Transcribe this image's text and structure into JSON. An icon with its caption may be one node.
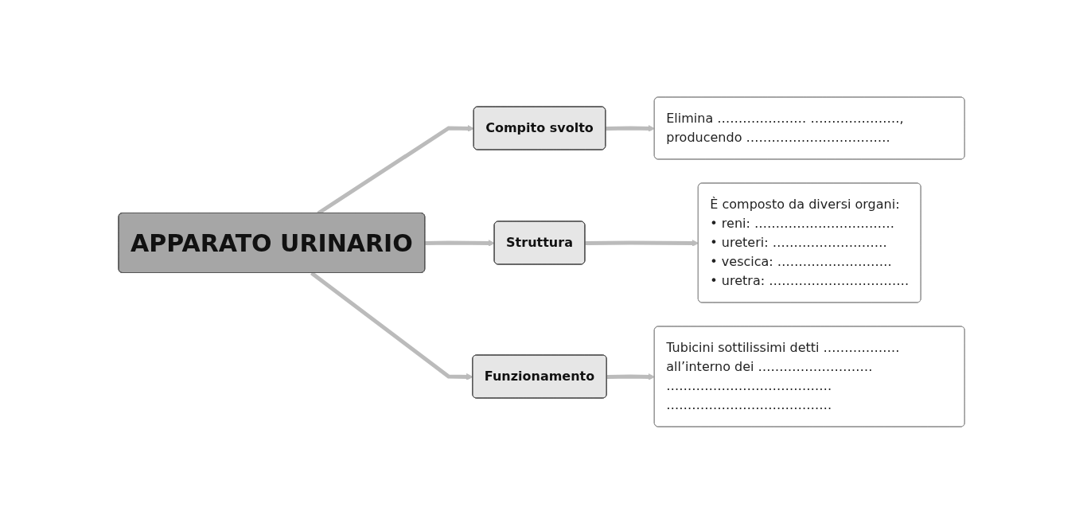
{
  "diagram": {
    "nodes": [
      {
        "text": [
          "APPARATO URINARIO"
        ]
      },
      {
        "text": [
          "Compito svolto"
        ]
      },
      {
        "text": [
          "Elimina ………………… …………………, producendo ……………………………."
        ]
      },
      {
        "text": [
          "Struttura"
        ]
      },
      {
        "text": [
          "È composto da diversi organi:",
          "• reni: ……………………………",
          "• ureteri: ………………………",
          "• vescica: ………………………",
          "• uretra: ……………………………"
        ]
      },
      {
        "text": [
          "Funzionamento"
        ]
      },
      {
        "text": [
          "Tubicini sottilissimi detti ……………… all’interno dei ……………………… ………………………………… …………………………………"
        ]
      }
    ],
    "edges": [
      {
        "from": 0,
        "to": 1,
        "arrow": "to"
      },
      {
        "from": 1,
        "to": 2,
        "arrow": "to"
      },
      {
        "from": 0,
        "to": 3,
        "arrow": "to"
      },
      {
        "from": 3,
        "to": 4,
        "arrow": "to"
      },
      {
        "from": 0,
        "to": 5,
        "arrow": "to"
      },
      {
        "from": 5,
        "to": 6,
        "arrow": "to"
      }
    ]
  }
}
